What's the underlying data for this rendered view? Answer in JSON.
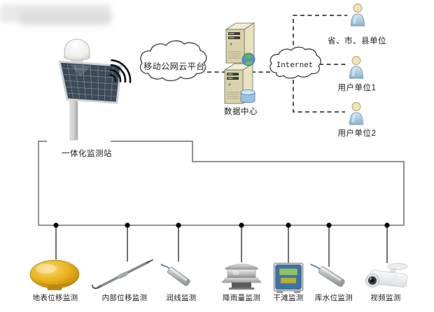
{
  "station": {
    "label": "一体化监测站"
  },
  "network": {
    "cloud_platform_label": "移动公网云平台",
    "internet_label": "Internet",
    "data_center_label": "数据中心"
  },
  "users": [
    {
      "label": "省、市、县单位"
    },
    {
      "label": "用户单位1"
    },
    {
      "label": "用户单位2"
    }
  ],
  "sensors": [
    {
      "label": "地表位移监测"
    },
    {
      "label": "内部位移监测"
    },
    {
      "label": "润线监测"
    },
    {
      "label": "降雨量监测"
    },
    {
      "label": "干滩监测"
    },
    {
      "label": "库水位监测"
    },
    {
      "label": "视频监测"
    }
  ],
  "colors": {
    "line_gray": "#6e6e6e",
    "dash_black": "#1a1a1a",
    "solar_panel_blue": "#3d4956",
    "dome_sensor_yellow": "#e8b11e",
    "dry_beach_box_blue": "#3e73a8",
    "user_body_blue": "#a9cbe2",
    "server_beige": "#d8d1ab",
    "database_cyl_blue": "#9cc2e2"
  }
}
